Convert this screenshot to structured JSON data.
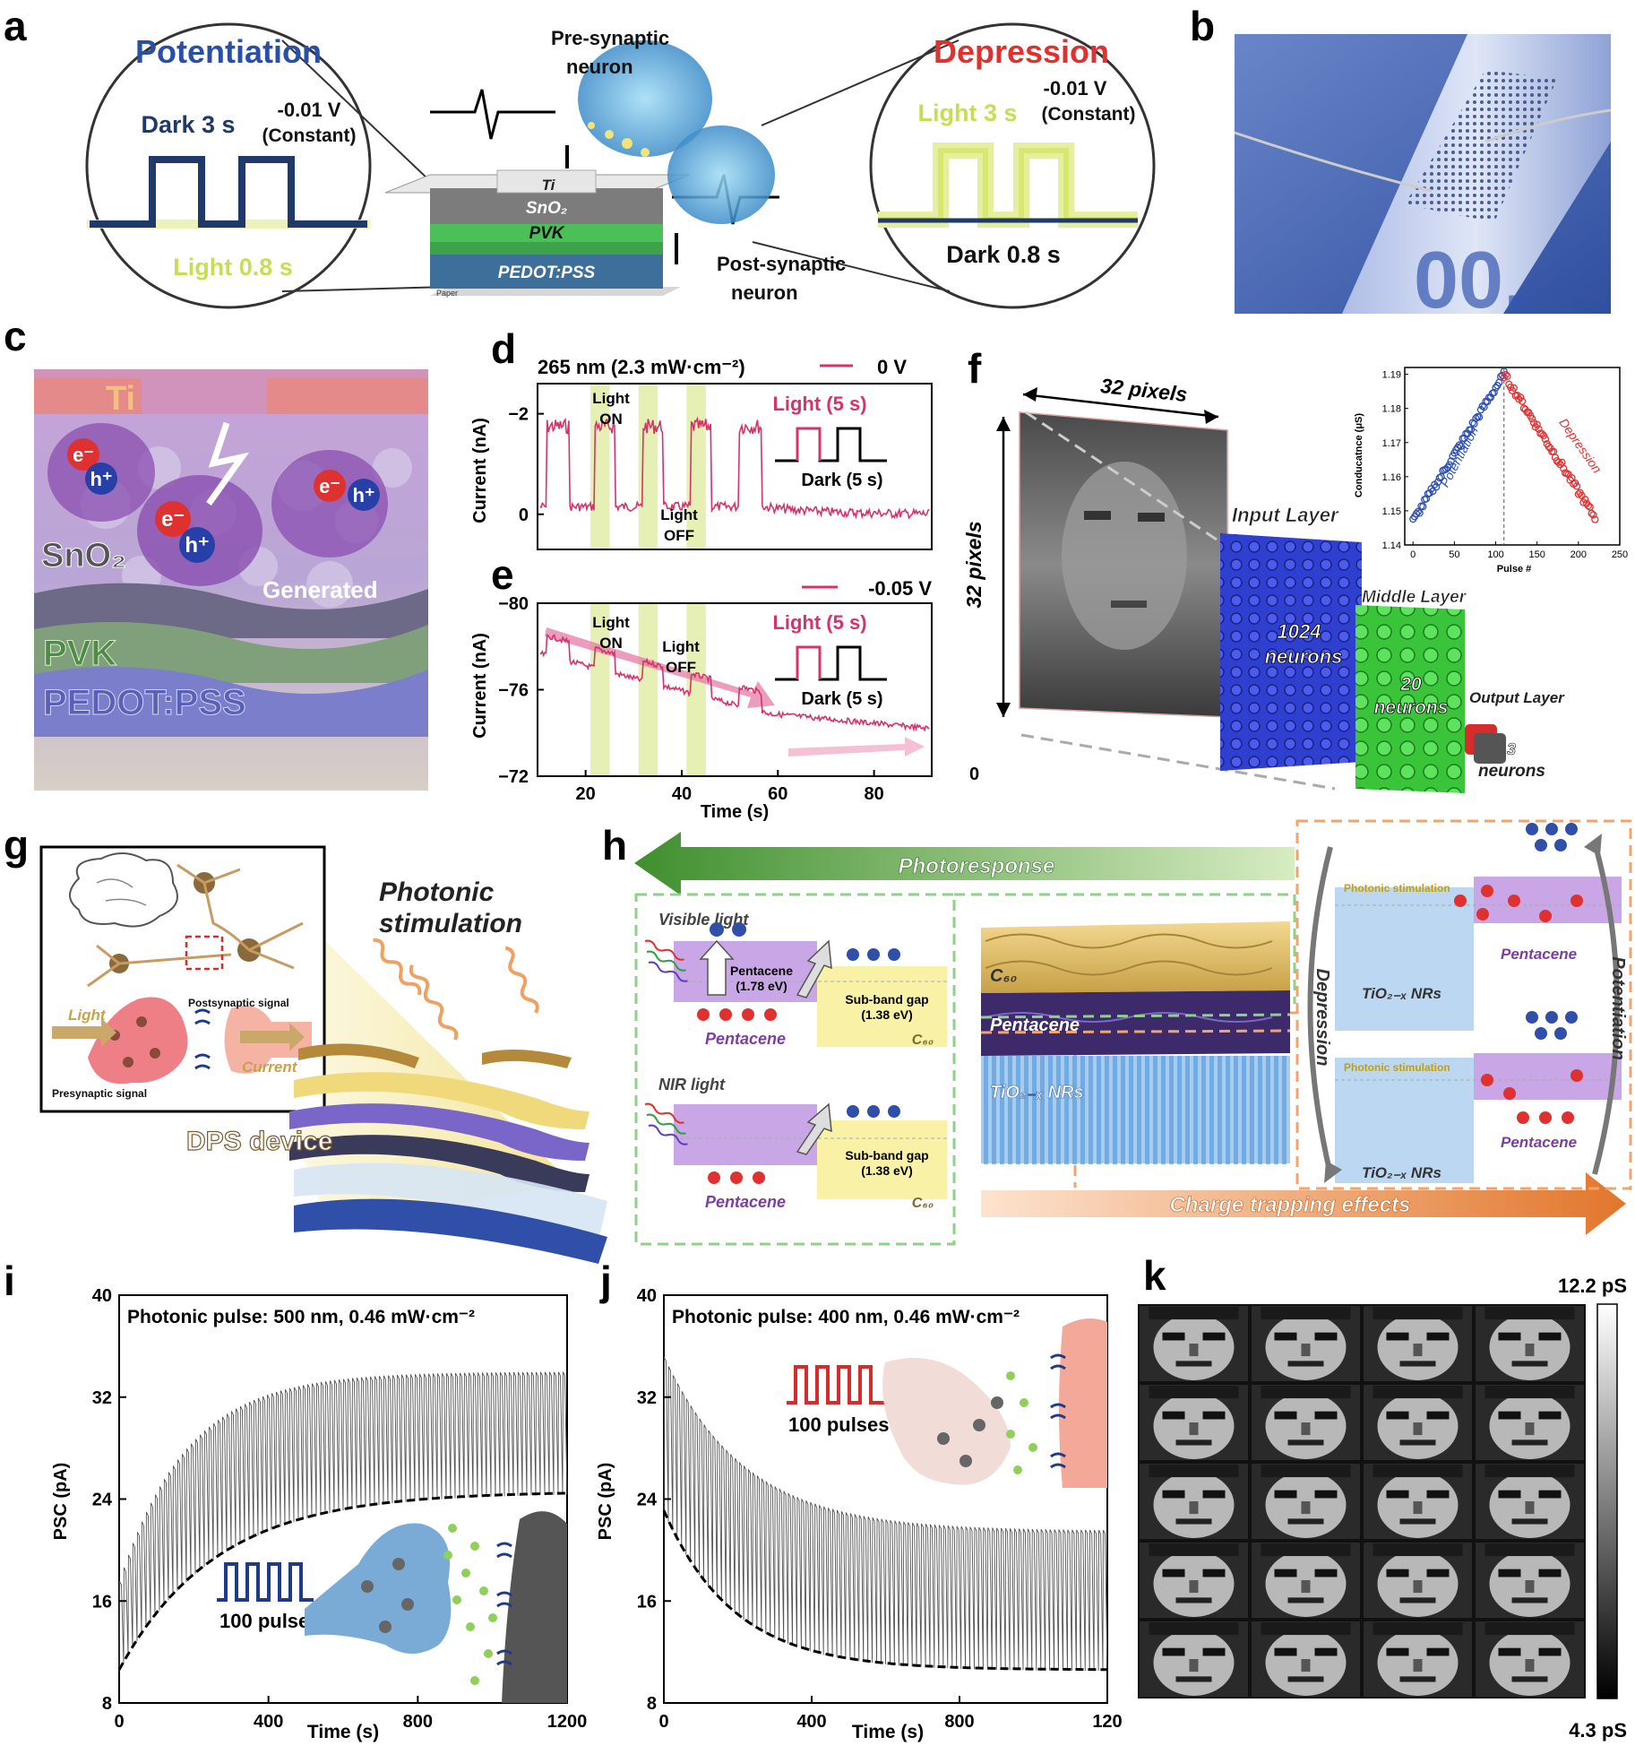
{
  "panels": {
    "a": {
      "label": "a",
      "potentiation": "Potentiation",
      "depression": "Depression",
      "pot_dark": "Dark 3 s",
      "pot_volt": "-0.01 V",
      "pot_const": "(Constant)",
      "pot_light": "Light 0.8 s",
      "dep_light": "Light 3 s",
      "dep_volt": "-0.01 V",
      "dep_const": "(Constant)",
      "dep_dark": "Dark 0.8 s",
      "pre1": "Pre-synaptic",
      "pre2": "neuron",
      "post1": "Post-synaptic",
      "post2": "neuron",
      "ti": "Ti",
      "sno2": "SnO₂",
      "pvk": "PVK",
      "pedot": "PEDOT:PSS",
      "paper": "Paper"
    },
    "b": {
      "label": "b",
      "banknote": "00."
    },
    "c": {
      "label": "c",
      "ti": "Ti",
      "sno2": "SnO₂",
      "pvk": "PVK",
      "pedot": "PEDOT:PSS",
      "generated": "Generated",
      "e": "e⁻",
      "h": "h⁺"
    },
    "d": {
      "label": "d",
      "title": "265 nm (2.3 mW·cm⁻²)",
      "legend": "0 V",
      "ylabel": "Current (nA)",
      "light_on": [
        "Light",
        "ON"
      ],
      "light_off": [
        "Light",
        "OFF"
      ],
      "inset_light": "Light (5 s)",
      "inset_dark": "Dark (5 s)"
    },
    "e": {
      "label": "e",
      "legend": "-0.05 V",
      "ylabel": "Current (nA)",
      "xlabel": "Time (s)",
      "light_on": [
        "Light",
        "ON"
      ],
      "light_off": [
        "Light",
        "OFF"
      ],
      "inset_light": "Light (5 s)",
      "inset_dark": "Dark (5 s)"
    },
    "f": {
      "label": "f",
      "pixels_h": "32 pixels",
      "pixels_v": "32 pixels",
      "input_layer": "Input Layer",
      "input_n": [
        "1024",
        "neurons"
      ],
      "middle_layer": "Middle Layer",
      "middle_n": [
        "20",
        "neurons"
      ],
      "output_layer": "Output Layer",
      "output_n": [
        "3",
        "neurons"
      ],
      "zero": "0",
      "inset_xlabel": "Pulse #",
      "inset_ylabel": "Conducatnce (μS)",
      "inset_pot": "Potentiation",
      "inset_dep": "Depression"
    },
    "g": {
      "label": "g",
      "photonic1": "Photonic",
      "photonic2": "stimulation",
      "light": "Light",
      "current": "Current",
      "post": "Postsynaptic signal",
      "pre": "Presynaptic signal",
      "device": "DPS device"
    },
    "h": {
      "label": "h",
      "photoresponse": "Photoresponse",
      "charge": "Charge trapping effects",
      "visible": "Visible light",
      "nir": "NIR light",
      "pentacene": "Pentacene",
      "pent_gap": [
        "Pentacene",
        "(1.78 eV)"
      ],
      "subband": [
        "Sub-band gap",
        "(1.38 eV)"
      ],
      "c60": "C₆₀",
      "tio2": "TiO₂₋ₓ NRs",
      "photonic_stim": "Photonic stimulation",
      "depression": "Depression",
      "potentiation": "Potentiation"
    },
    "i": {
      "label": "i",
      "title": "Photonic pulse: 500 nm, 0.46 mW·cm⁻²",
      "ylabel": "PSC (pA)",
      "xlabel": "Time (s)",
      "pulses": "100 pulses"
    },
    "j": {
      "label": "j",
      "title": "Photonic pulse: 400 nm, 0.46 mW·cm⁻²",
      "ylabel": "PSC (pA)",
      "xlabel": "Time (s)",
      "pulses": "100 pulses"
    },
    "k": {
      "label": "k",
      "max": "12.2 pS",
      "min": "4.3 pS"
    }
  },
  "chart_data": [
    {
      "id": "d",
      "type": "line",
      "title": "265 nm (2.3 mW·cm⁻²)",
      "ylabel": "Current (nA)",
      "xlim": [
        10,
        92
      ],
      "ylim": [
        0.7,
        -2.6
      ],
      "y_inverted": true,
      "yticks": [
        -2,
        0
      ],
      "series": [
        {
          "name": "0 V",
          "color": "#d6336c"
        }
      ],
      "light_on_intervals": [
        [
          21,
          25
        ],
        [
          31,
          35
        ],
        [
          41,
          45
        ]
      ],
      "signal": {
        "baseline": 0.0,
        "on_level": -1.75,
        "pulses": [
          [
            12,
            16.5
          ],
          [
            22,
            26
          ],
          [
            32,
            36
          ],
          [
            42,
            46
          ],
          [
            52,
            56.5
          ]
        ],
        "decay_tail": -0.15
      }
    },
    {
      "id": "e",
      "type": "line",
      "ylabel": "Current (nA)",
      "xlabel": "Time (s)",
      "xlim": [
        10,
        92
      ],
      "ylim": [
        -80,
        -72
      ],
      "y_inverted": true,
      "yticks": [
        -80,
        -76,
        -72
      ],
      "xticks": [
        20,
        40,
        60,
        80
      ],
      "series": [
        {
          "name": "-0.05 V",
          "color": "#d6336c"
        }
      ],
      "light_on_intervals": [
        [
          21,
          25
        ],
        [
          31,
          35
        ],
        [
          41,
          45
        ]
      ],
      "signal": {
        "start_level": -77.7,
        "end_level": -74.9,
        "final_level": -74.2,
        "pulse_depth": 0.9,
        "pulses": [
          [
            12,
            16.5
          ],
          [
            22,
            26
          ],
          [
            32,
            36
          ],
          [
            42,
            46
          ],
          [
            52,
            56.5
          ]
        ]
      }
    },
    {
      "id": "f_inset",
      "type": "scatter",
      "xlabel": "Pulse #",
      "ylabel": "Conducatnce (μS)",
      "xlim": [
        -10,
        250
      ],
      "ylim": [
        1.14,
        1.192
      ],
      "xticks": [
        0,
        50,
        100,
        150,
        200,
        250
      ],
      "yticks": [
        1.14,
        1.15,
        1.16,
        1.17,
        1.18,
        1.19
      ],
      "divider_x": 110,
      "series": [
        {
          "name": "Potentiation",
          "color": "#2b4fb3",
          "x_range": [
            0,
            110
          ],
          "y_range": [
            1.147,
            1.19
          ]
        },
        {
          "name": "Depression",
          "color": "#e03131",
          "x_range": [
            110,
            220
          ],
          "y_range": [
            1.19,
            1.148
          ]
        }
      ]
    },
    {
      "id": "i",
      "type": "line",
      "title": "Photonic pulse: 500 nm, 0.46 mW·cm⁻²",
      "ylabel": "PSC (pA)",
      "xlabel": "Time (s)",
      "xlim": [
        0,
        1200
      ],
      "ylim": [
        8,
        40
      ],
      "xticks": [
        0,
        400,
        800,
        1200
      ],
      "yticks": [
        8,
        16,
        24,
        32,
        40
      ],
      "pulses": 100,
      "peak": {
        "start": 17,
        "end": 34,
        "tau": 180
      },
      "base": {
        "start": 10.5,
        "end": 24.5,
        "tau": 260
      }
    },
    {
      "id": "j",
      "type": "line",
      "title": "Photonic pulse: 400 nm, 0.46 mW·cm⁻²",
      "ylabel": "PSC (pA)",
      "xlabel": "Time (s)",
      "xlim": [
        0,
        1200
      ],
      "ylim": [
        8,
        40
      ],
      "xticks": [
        0,
        400,
        800,
        1200
      ],
      "xtick_labels": [
        "0",
        "400",
        "800",
        "120"
      ],
      "yticks": [
        8,
        16,
        24,
        32,
        40
      ],
      "pulses": 100,
      "peak": {
        "start": 35.5,
        "end": 21.5,
        "tau": 220
      },
      "base": {
        "start": 23,
        "end": 10.5,
        "tau": 190
      }
    }
  ],
  "colors": {
    "pink": "#d6336c",
    "navy": "#1f3a68",
    "lightyellow": "#d6e67a",
    "green_arrow": "#3f8f2e",
    "orange_arrow": "#e2762b",
    "purple": "#7b3fa0"
  }
}
